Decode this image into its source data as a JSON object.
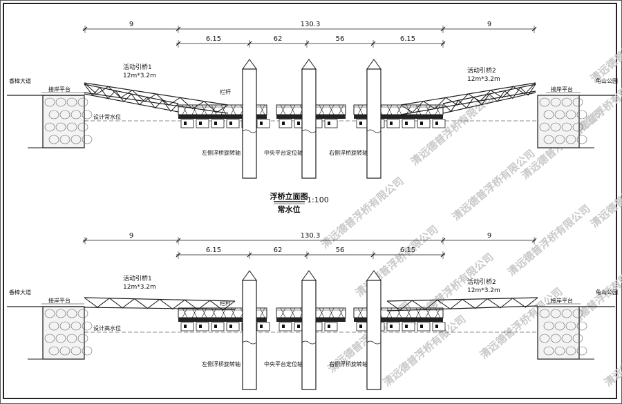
{
  "dims": {
    "left": "9",
    "total": "130.3",
    "right": "9",
    "s1": "6.15",
    "s2": "62",
    "s3": "56",
    "s4": "6.15"
  },
  "labels": {
    "left_road": "香樟大道",
    "right_park": "龟山公园",
    "left_platform": "接岸平台",
    "right_platform": "接岸平台",
    "bridge1": "活动引桥1",
    "bridge2": "活动引桥2",
    "bridge_size": "12m*3.2m",
    "railing": "栏杆",
    "left_axis": "左侧浮桥旋转轴",
    "center_axis": "中央平台定位轴",
    "right_axis": "右侧浮桥旋转轴"
  },
  "views": [
    {
      "water_label": "设计常水位"
    },
    {
      "water_label": "设计高水位"
    }
  ],
  "title": {
    "name": "浮桥立面图",
    "scale": "1:100",
    "sub": "常水位"
  },
  "watermark": "清远德普浮桥有限公司",
  "colors": {
    "line": "#1a1a1a",
    "watermark": "#c9c9c9"
  }
}
